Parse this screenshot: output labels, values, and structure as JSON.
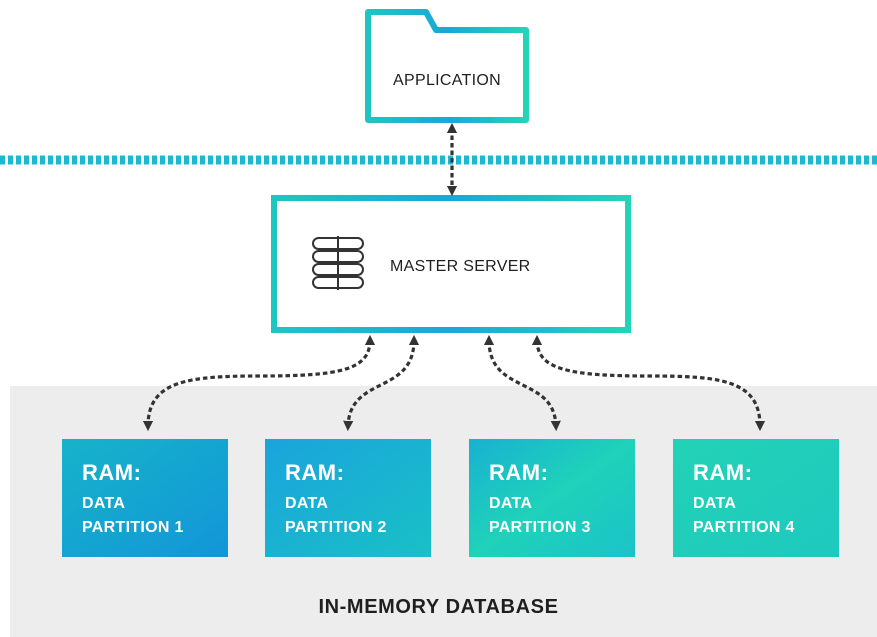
{
  "application": {
    "label": "APPLICATION",
    "icon": "folder-icon"
  },
  "master_server": {
    "label": "MASTER SERVER",
    "icon": "server-stack-icon"
  },
  "partitions": [
    {
      "ram": "RAM:",
      "line1": "DATA",
      "line2": "PARTITION 1"
    },
    {
      "ram": "RAM:",
      "line1": "DATA",
      "line2": "PARTITION 2"
    },
    {
      "ram": "RAM:",
      "line1": "DATA",
      "line2": "PARTITION 3"
    },
    {
      "ram": "RAM:",
      "line1": "DATA",
      "line2": "PARTITION 4"
    }
  ],
  "database": {
    "label": "IN-MEMORY DATABASE"
  },
  "colors": {
    "teal": "#1ccfc0",
    "blue": "#1aa3dd",
    "arrow": "#333333",
    "db_background": "#ededed"
  }
}
